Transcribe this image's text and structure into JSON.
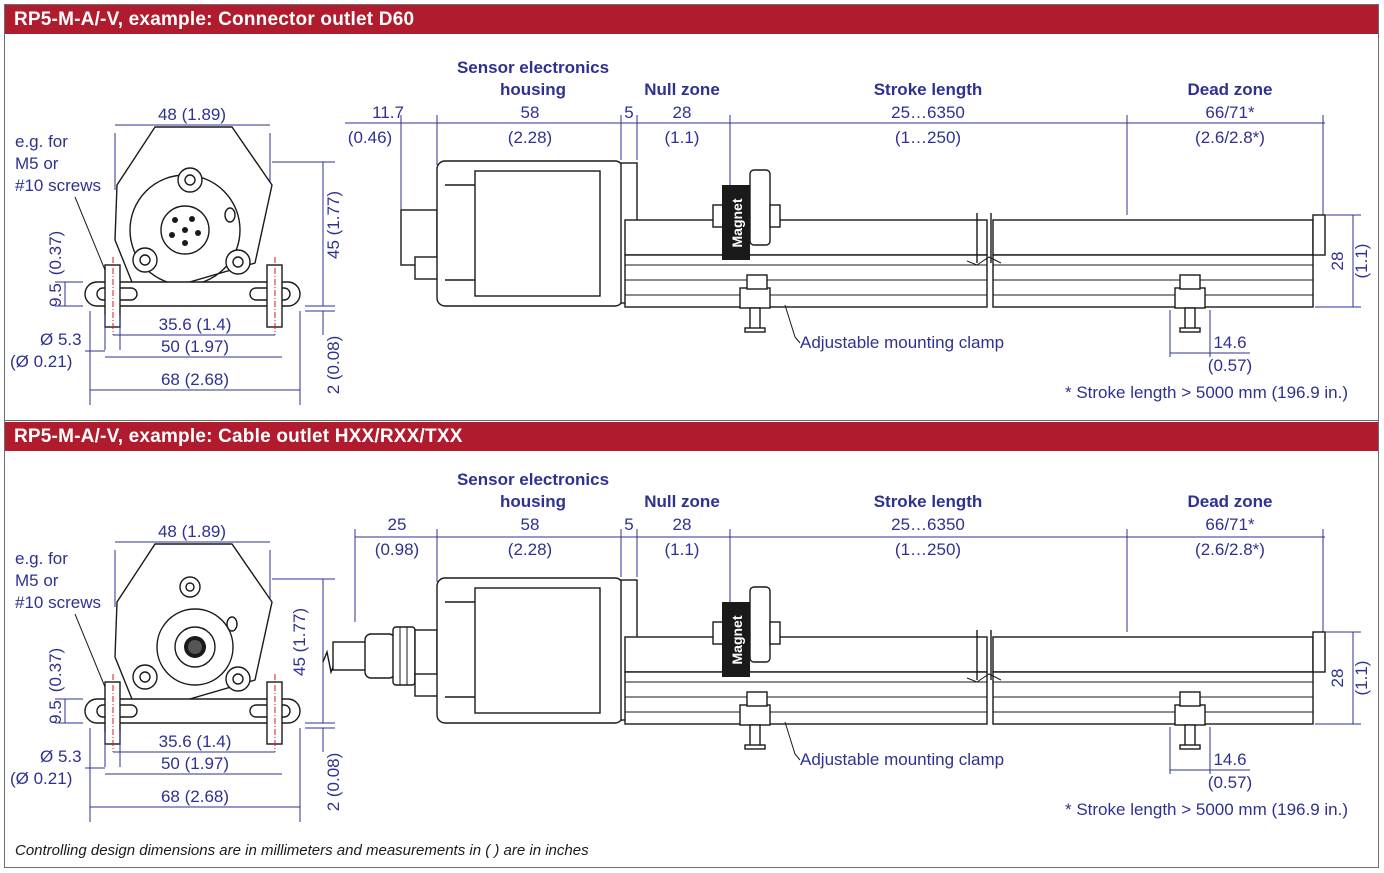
{
  "sections": [
    {
      "title": "RP5-M-A/-V, example: Connector outlet D60",
      "face": {
        "width_top": "48 (1.89)",
        "screws_note": [
          "e.g. for",
          "M5 or",
          "#10 screws"
        ],
        "height": "45 (1.77)",
        "foot_upper": "(0.37)",
        "foot_lower": "9.5",
        "hole_mm": "Ø 5.3",
        "hole_in": "(Ø 0.21)",
        "hole_spacing": "35.6 (1.4)",
        "foot_width": "50 (1.97)",
        "overall_width": "68 (2.68)",
        "base_thickness": "2 (0.08)"
      },
      "side": {
        "outlet_mm": "11.7",
        "outlet_in": "(0.46)",
        "housing_label": [
          "Sensor electronics",
          "housing"
        ],
        "housing_mm": "58",
        "housing_in": "(2.28)",
        "gap": "5",
        "null_label": "Null zone",
        "null_mm": "28",
        "null_in": "(1.1)",
        "stroke_label": "Stroke length",
        "stroke_mm": "25…6350",
        "stroke_in": "(1…250)",
        "dead_label": "Dead zone",
        "dead_mm": "66/71*",
        "dead_in": "(2.6/2.8*)",
        "magnet": "Magnet",
        "clamp": "Adjustable mounting clamp",
        "clamp_dim_mm": "14.6",
        "clamp_dim_in": "(0.57)",
        "profile_mm": "28",
        "profile_in": "(1.1)",
        "note": "* Stroke length > 5000 mm (196.9 in.)"
      }
    },
    {
      "title": "RP5-M-A/-V, example: Cable outlet HXX/RXX/TXX",
      "face": {
        "width_top": "48 (1.89)",
        "screws_note": [
          "e.g. for",
          "M5 or",
          "#10 screws"
        ],
        "height": "45 (1.77)",
        "foot_upper": "(0.37)",
        "foot_lower": "9.5",
        "hole_mm": "Ø 5.3",
        "hole_in": "(Ø 0.21)",
        "hole_spacing": "35.6 (1.4)",
        "foot_width": "50 (1.97)",
        "overall_width": "68 (2.68)",
        "base_thickness": "2 (0.08)"
      },
      "side": {
        "outlet_mm": "25",
        "outlet_in": "(0.98)",
        "housing_label": [
          "Sensor electronics",
          "housing"
        ],
        "housing_mm": "58",
        "housing_in": "(2.28)",
        "gap": "5",
        "null_label": "Null zone",
        "null_mm": "28",
        "null_in": "(1.1)",
        "stroke_label": "Stroke length",
        "stroke_mm": "25…6350",
        "stroke_in": "(1…250)",
        "dead_label": "Dead zone",
        "dead_mm": "66/71*",
        "dead_in": "(2.6/2.8*)",
        "magnet": "Magnet",
        "clamp": "Adjustable mounting clamp",
        "clamp_dim_mm": "14.6",
        "clamp_dim_in": "(0.57)",
        "profile_mm": "28",
        "profile_in": "(1.1)",
        "note": "* Stroke length > 5000 mm (196.9 in.)"
      }
    }
  ],
  "footnote": "Controlling design dimensions are in millimeters and measurements in ( ) are in inches"
}
